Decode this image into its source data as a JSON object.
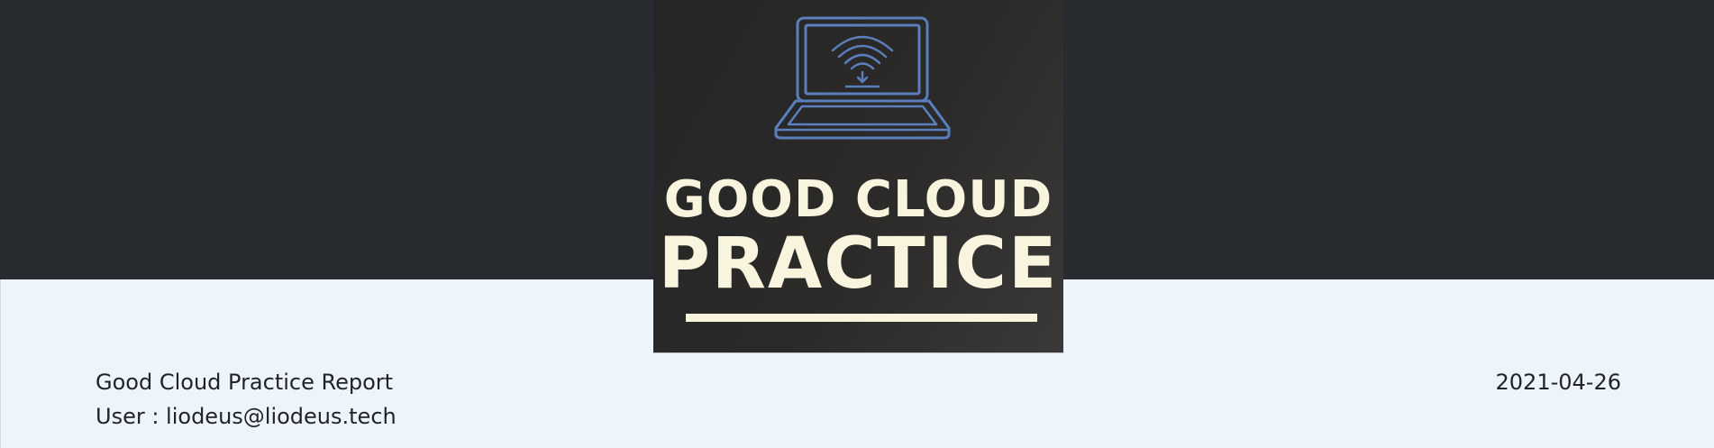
{
  "logo": {
    "icon": "laptop-wifi-icon",
    "line1": "GOOD CLOUD",
    "line2": "PRACTICE",
    "text_color": "#f8f4de",
    "icon_color": "#5b7fbd"
  },
  "report": {
    "title": "Good Cloud Practice Report",
    "user_line": "User : liodeus@liodeus.tech",
    "date": "2021-04-26"
  },
  "colors": {
    "header_band": "#282c30",
    "page_background": "#edf4fb",
    "text": "#1f232a"
  }
}
